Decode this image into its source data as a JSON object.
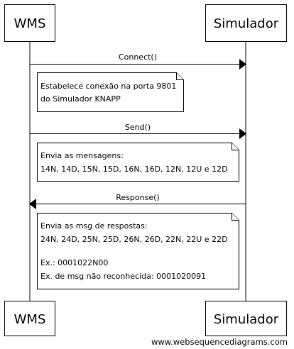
{
  "participants": {
    "left": "WMS",
    "right": "Simulador"
  },
  "messages": [
    {
      "label": "Connect()",
      "direction": "right"
    },
    {
      "label": "Send()",
      "direction": "right"
    },
    {
      "label": "Response()",
      "direction": "left"
    }
  ],
  "notes": [
    {
      "lines": [
        "Estabelece conexão na porta 9801",
        "do Simulador KNAPP"
      ]
    },
    {
      "lines": [
        "Envia as mensagens:",
        "14N, 14D, 15N, 15D, 16N, 16D, 12N, 12U e 12D"
      ]
    },
    {
      "lines": [
        "Envia as msg de respostas:",
        "24N, 24D, 25N, 25D, 26N, 26D, 22N, 22U e 22D",
        "",
        "Ex.: 0001022N00",
        "Ex. de msg não reconhecida: 0001020091"
      ]
    }
  ],
  "footer": "www.websequencediagrams.com"
}
